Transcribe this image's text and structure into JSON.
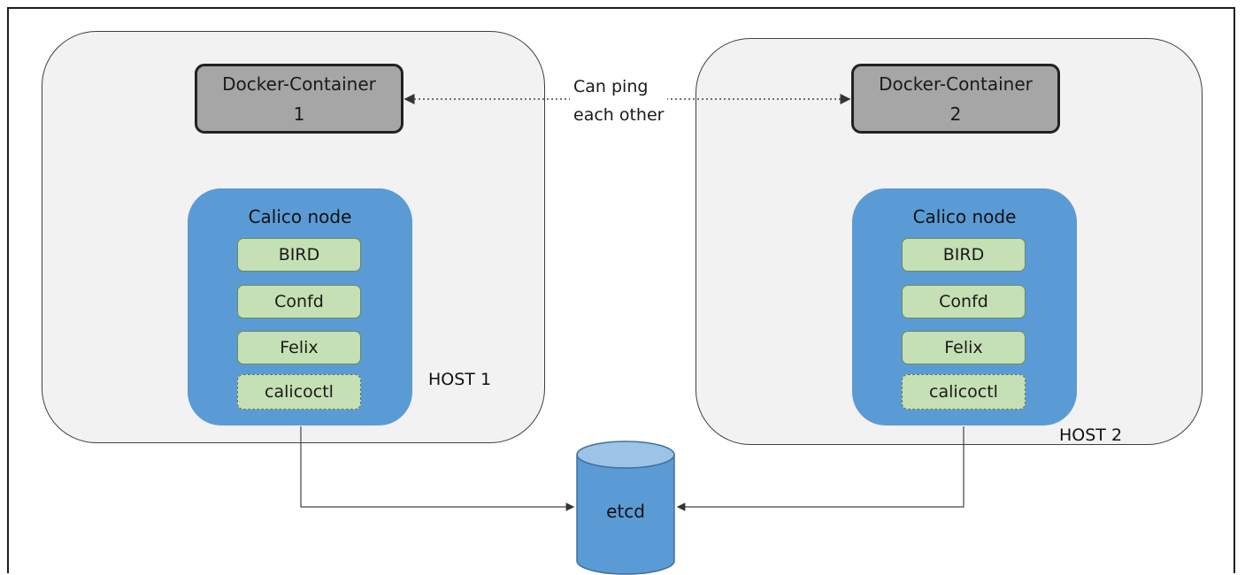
{
  "hosts": [
    {
      "label": "HOST 1",
      "container": {
        "line1": "Docker-Container",
        "line2": "1"
      },
      "calico": {
        "title": "Calico node",
        "components": [
          {
            "label": "BIRD",
            "dashed": false
          },
          {
            "label": "Confd",
            "dashed": false
          },
          {
            "label": "Felix",
            "dashed": false
          },
          {
            "label": "calicoctl",
            "dashed": true
          }
        ]
      }
    },
    {
      "label": "HOST 2",
      "container": {
        "line1": "Docker-Container",
        "line2": "2"
      },
      "calico": {
        "title": "Calico node",
        "components": [
          {
            "label": "BIRD",
            "dashed": false
          },
          {
            "label": "Confd",
            "dashed": false
          },
          {
            "label": "Felix",
            "dashed": false
          },
          {
            "label": "calicoctl",
            "dashed": true
          }
        ]
      }
    }
  ],
  "ping": {
    "line1": "Can ping",
    "line2": "each other"
  },
  "etcd": {
    "label": "etcd"
  },
  "colors": {
    "host_fill": "#f2f2f2",
    "container_fill": "#a6a6a6",
    "calico_fill": "#5b9bd5",
    "component_fill": "#c5e0b4",
    "etcd_fill": "#5b9bd5",
    "etcd_top": "#9dc3e6"
  }
}
